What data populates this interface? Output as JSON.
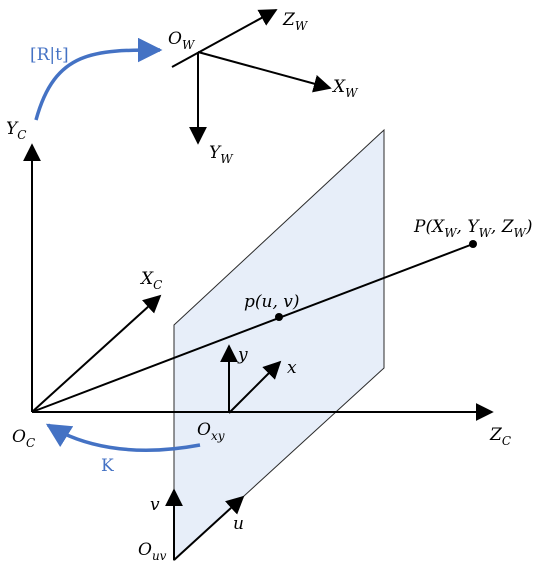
{
  "colors": {
    "ink": "#000000",
    "accent": "#4472c4",
    "plane_fill": "#e7eef9"
  },
  "labels": {
    "rt_transform": "[R|t]",
    "k_matrix": "K",
    "world_origin": {
      "base": "O",
      "sub": "W"
    },
    "world_z": {
      "base": "Z",
      "sub": "W"
    },
    "world_x": {
      "base": "X",
      "sub": "W"
    },
    "world_y": {
      "base": "Y",
      "sub": "W"
    },
    "camera_y": {
      "base": "Y",
      "sub": "C"
    },
    "camera_x": {
      "base": "X",
      "sub": "C"
    },
    "camera_z": {
      "base": "Z",
      "sub": "C"
    },
    "camera_origin": {
      "base": "O",
      "sub": "C"
    },
    "image_origin": {
      "base": "O",
      "sub": "xy"
    },
    "pixel_origin": {
      "base": "O",
      "sub": "uv"
    },
    "image_x": "x",
    "image_y": "y",
    "pixel_u": "u",
    "pixel_v": "v",
    "world_point": {
      "prefix": "P(",
      "x_base": "X",
      "x_sub": "W",
      "comma1": ", ",
      "y_base": "Y",
      "y_sub": "W",
      "comma2": ", ",
      "z_base": "Z",
      "z_sub": "W",
      "suffix": ")"
    },
    "image_point": "p(u, v)"
  }
}
